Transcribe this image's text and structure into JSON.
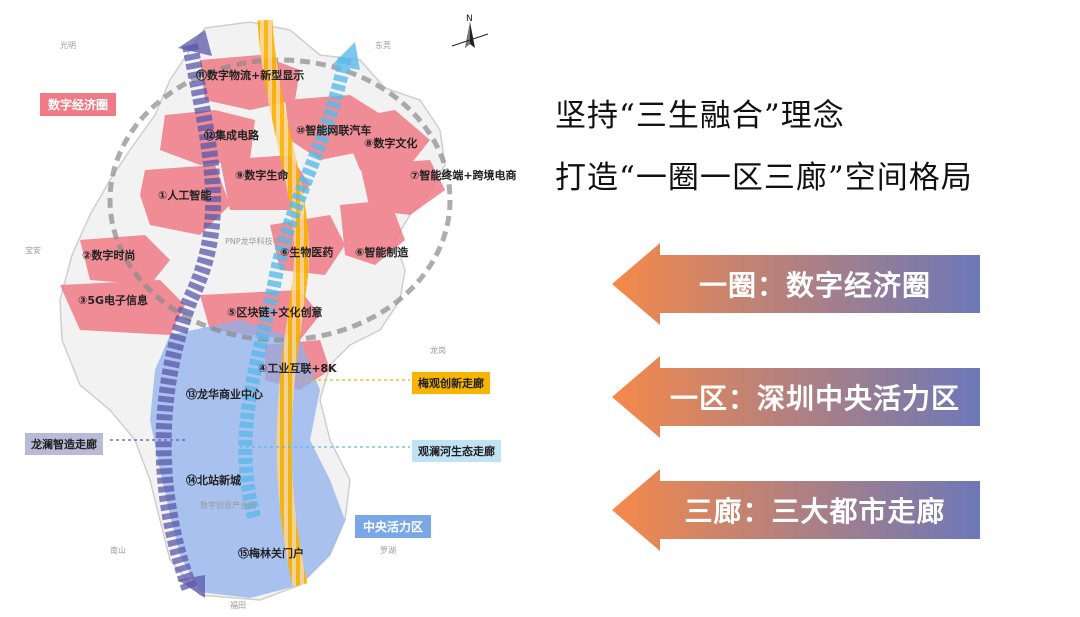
{
  "map": {
    "tags": {
      "digital_economy_circle": "数字经济圈",
      "central_vitality_zone": "中央活力区",
      "meiguan_corridor": "梅观创新走廊",
      "guanlan_corridor": "观澜河生态走廊",
      "longlan_corridor": "龙澜智造走廊"
    },
    "zones": [
      {
        "id": "11",
        "label": "⑪数字物流+新型显示"
      },
      {
        "id": "12",
        "label": "⑫集成电路"
      },
      {
        "id": "10",
        "label": "⑩智能网联汽车"
      },
      {
        "id": "8",
        "label": "⑧数字文化"
      },
      {
        "id": "9",
        "label": "⑨数字生命"
      },
      {
        "id": "7",
        "label": "⑦智能终端+跨境电商"
      },
      {
        "id": "1",
        "label": "①人工智能"
      },
      {
        "id": "2",
        "label": "②数字时尚"
      },
      {
        "id": "6a",
        "label": "⑥生物医药"
      },
      {
        "id": "6b",
        "label": "⑥智能制造"
      },
      {
        "id": "3",
        "label": "③5G电子信息"
      },
      {
        "id": "5",
        "label": "⑤区块链+文化创意"
      },
      {
        "id": "4",
        "label": "④工业互联+8K"
      },
      {
        "id": "13",
        "label": "⑬龙华商业中心"
      },
      {
        "id": "14",
        "label": "⑭北站新城"
      },
      {
        "id": "15",
        "label": "⑮梅林关门户"
      }
    ],
    "places": {
      "guangming": "光明",
      "dongguan": "东莞",
      "baoan": "宝安",
      "longgang": "龙岗",
      "nanshan": "南山",
      "luohu": "罗湖",
      "futian": "福田",
      "pnp": "PNP龙华科技中心",
      "digital_park": "数字创意产业园"
    },
    "north_mark": "N"
  },
  "headline": {
    "line1": "坚持“三生融合”理念",
    "line2": "打造“一圈一区三廊”空间格局"
  },
  "arrows": [
    {
      "label": "一圈：数字经济圈"
    },
    {
      "label": "一区：深圳中央活力区"
    },
    {
      "label": "三廊：三大都市走廊"
    }
  ],
  "colors": {
    "zone_pink": "#f07b85",
    "central_blue": "#8fb0ec",
    "arrow_orange": "#f5894a",
    "arrow_purple": "#6c78b8",
    "meiguan_yellow": "#f7b400",
    "guanlan_cyan": "#5ab9ea",
    "longlan_indigo": "#5a57a8"
  }
}
